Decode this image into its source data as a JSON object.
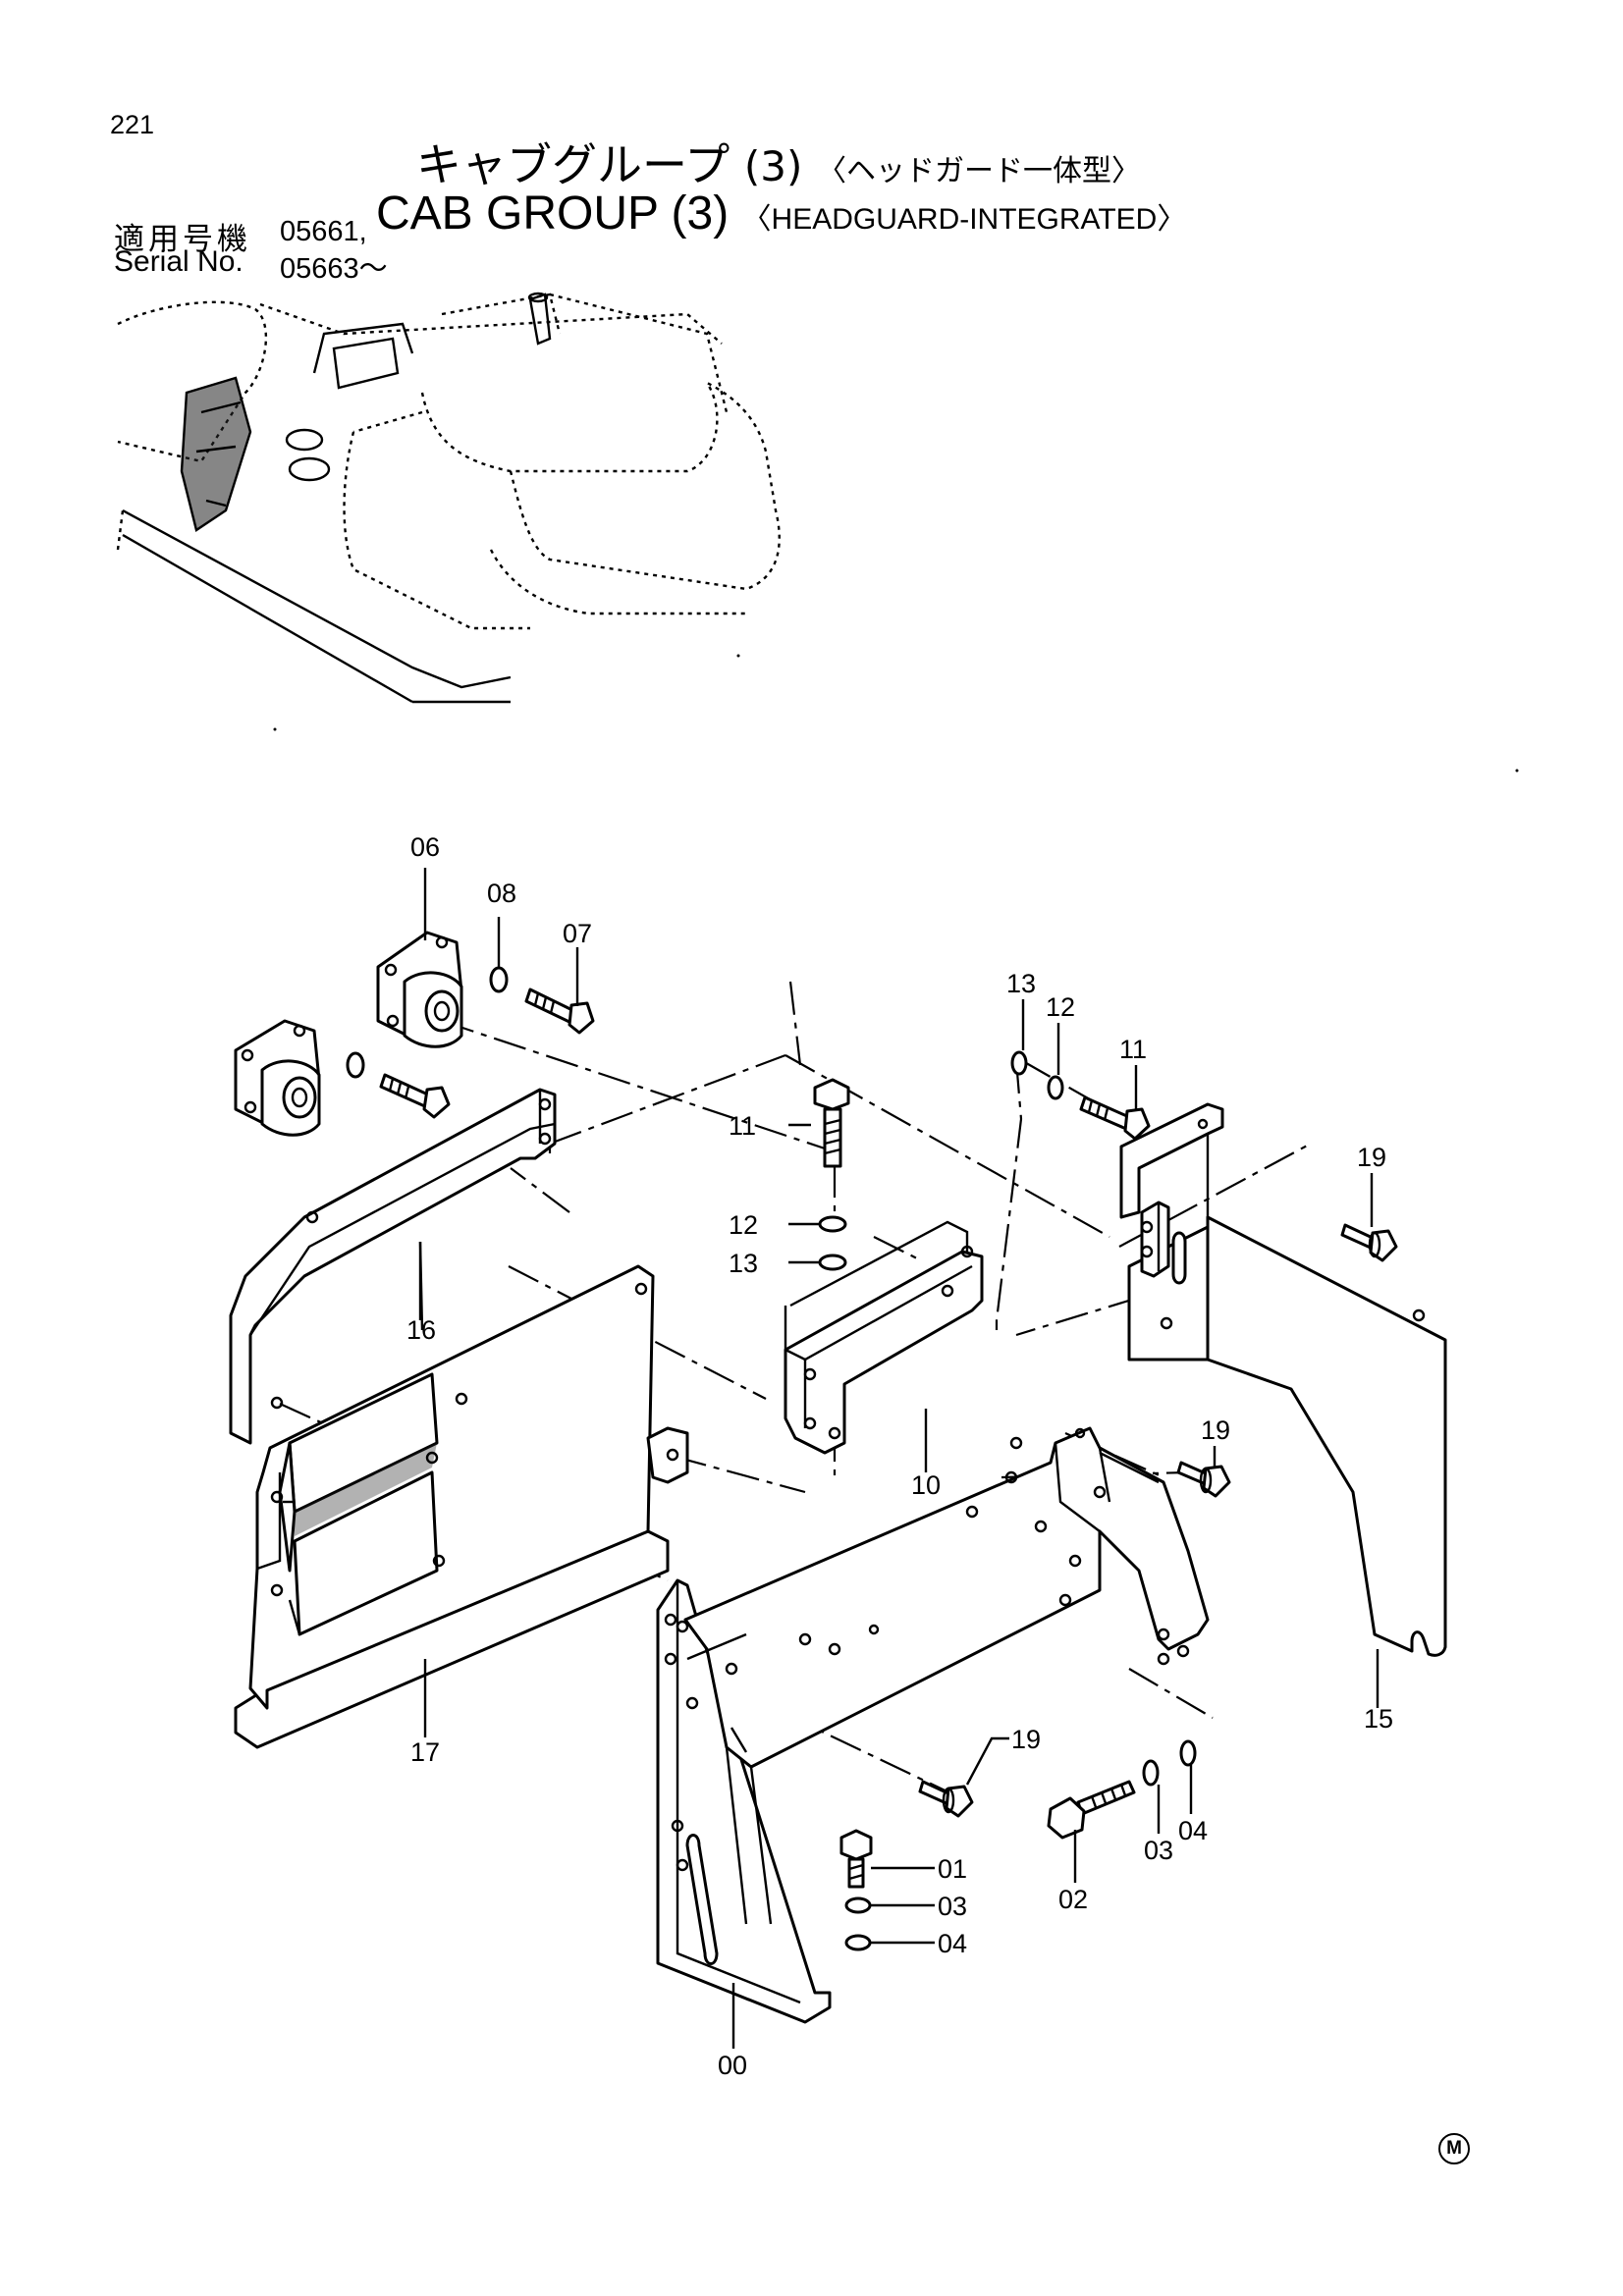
{
  "header": {
    "page_number": "221",
    "title_jp": "キャブグループ",
    "title_jp_number": "(3)",
    "title_jp_sub": "〈ヘッドガード一体型〉",
    "title_en": "CAB GROUP",
    "title_en_number": "(3)",
    "title_en_sub": "〈HEADGUARD-INTEGRATED〉",
    "serial_label_jp": "適用号機",
    "serial_value_1": "05661,",
    "serial_label_en": "Serial No.",
    "serial_value_2": "05663～"
  },
  "callouts": {
    "c00": "00",
    "c01": "01",
    "c02": "02",
    "c03a": "03",
    "c03b": "03",
    "c04a": "04",
    "c04b": "04",
    "c06": "06",
    "c07": "07",
    "c08": "08",
    "c10": "10",
    "c11a": "11",
    "c11b": "11",
    "c12a": "12",
    "c12b": "12",
    "c13a": "13",
    "c13b": "13",
    "c15": "15",
    "c16": "16",
    "c17": "17",
    "c19a": "19",
    "c19b": "19",
    "c19c": "19"
  },
  "footer": {
    "mark": "M"
  }
}
